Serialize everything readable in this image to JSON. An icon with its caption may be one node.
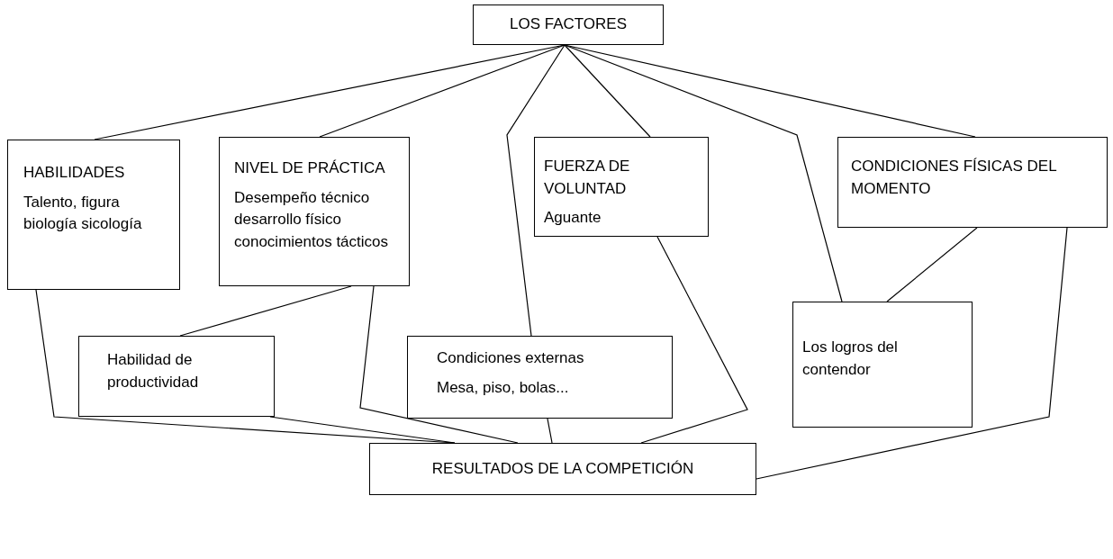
{
  "diagram": {
    "nodes": [
      {
        "text": [
          "LOS FACTORES"
        ]
      },
      {
        "text": [
          "HABILIDADES",
          "Talento, figura biología sicología"
        ]
      },
      {
        "text": [
          "NIVEL DE PRÁCTICA",
          "Desempeño técnico desarrollo físico conocimientos tácticos"
        ]
      },
      {
        "text": [
          "FUERZA DE VOLUNTAD",
          "Aguante"
        ]
      },
      {
        "text": [
          "CONDICIONES FÍSICAS DEL MOMENTO"
        ]
      },
      {
        "text": [
          "Habilidad de productividad"
        ]
      },
      {
        "text": [
          "Condiciones externas",
          "Mesa, piso, bolas..."
        ]
      },
      {
        "text": [
          "Los logros del contendor"
        ]
      },
      {
        "text": [
          "RESULTADOS DE LA COMPETICIÓN"
        ]
      }
    ],
    "edges": [
      {
        "from": 0,
        "to": 1,
        "arrow": "none"
      },
      {
        "from": 0,
        "to": 2,
        "arrow": "none"
      },
      {
        "from": 0,
        "to": 6,
        "arrow": "none"
      },
      {
        "from": 0,
        "to": 3,
        "arrow": "none"
      },
      {
        "from": 0,
        "to": 7,
        "arrow": "none"
      },
      {
        "from": 0,
        "to": 4,
        "arrow": "none"
      },
      {
        "from": 1,
        "to": 8,
        "arrow": "none"
      },
      {
        "from": 2,
        "to": 5,
        "arrow": "none"
      },
      {
        "from": 2,
        "to": 8,
        "arrow": "none"
      },
      {
        "from": 5,
        "to": 8,
        "arrow": "none"
      },
      {
        "from": 6,
        "to": 8,
        "arrow": "none"
      },
      {
        "from": 3,
        "to": 8,
        "arrow": "none"
      },
      {
        "from": 4,
        "to": 7,
        "arrow": "none"
      },
      {
        "from": 4,
        "to": 8,
        "arrow": "none"
      }
    ]
  }
}
